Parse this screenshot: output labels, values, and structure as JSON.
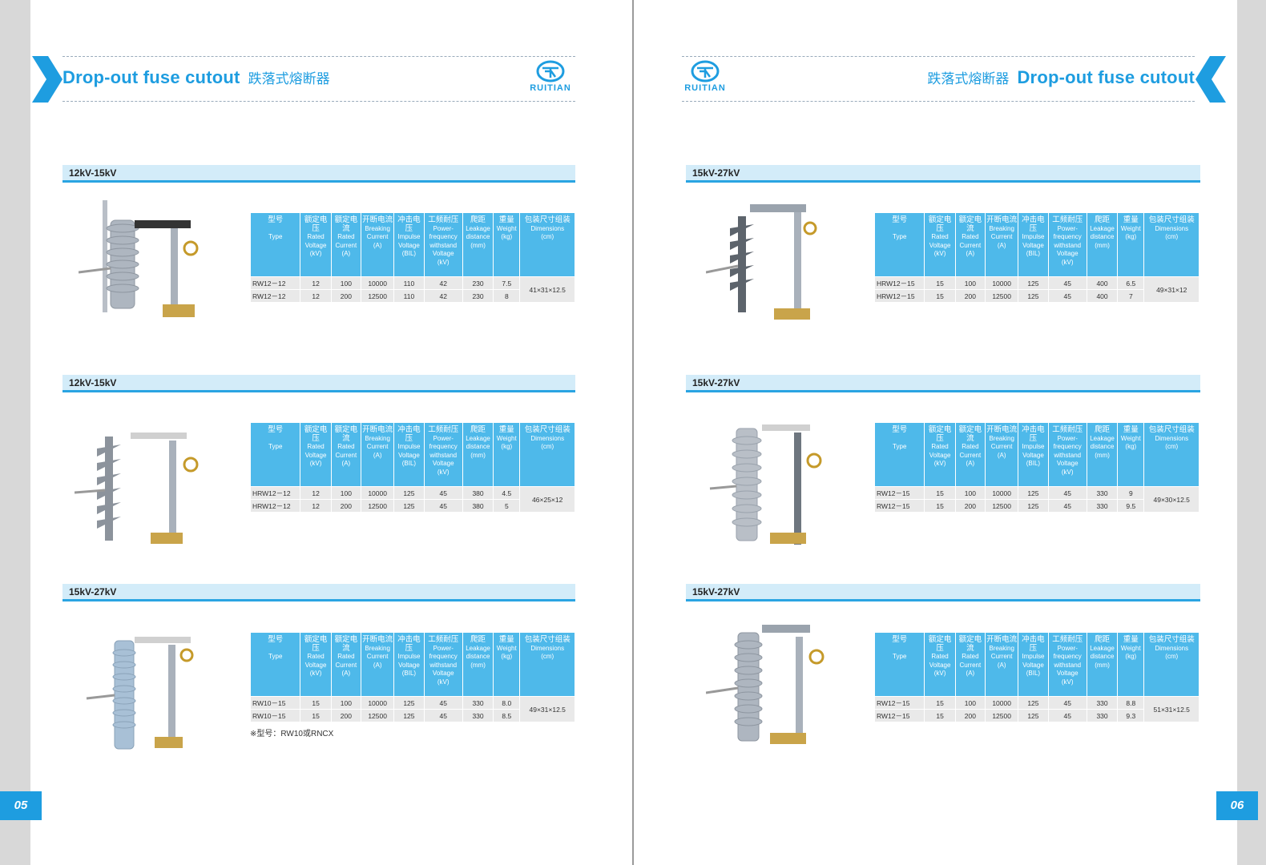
{
  "header": {
    "title_en": "Drop-out fuse cutout",
    "title_cn": "跌落式熔断器",
    "brand": "RUITIAN"
  },
  "table_header": {
    "type_cn": "型号",
    "type_en": "Type",
    "volt_cn": "额定电压",
    "volt_en": "Rated Voltage",
    "volt_u": "(kV)",
    "cur_cn": "额定电流",
    "cur_en": "Rated Current",
    "cur_u": "(A)",
    "brk_cn": "开断电流",
    "brk_en": "Breaking Current",
    "brk_u": "(A)",
    "imp_cn": "冲击电压",
    "imp_en": "Impulse Voltage",
    "imp_u": "(BIL)",
    "pf_cn": "工频耐压",
    "pf_en": "Power-frequency withstand Voltage",
    "pf_u": "(kV)",
    "leak_cn": "爬距",
    "leak_en": "Leakage distance",
    "leak_u": "(mm)",
    "wt_cn": "重量",
    "wt_en": "Weight",
    "wt_u": "(kg)",
    "dim_cn": "包装尺寸组装",
    "dim_en": "Dimensions",
    "dim_u": "(cm)"
  },
  "left": {
    "page_number": "05",
    "sections": [
      {
        "title": "12kV-15kV",
        "rows": [
          [
            "RW12－12",
            "12",
            "100",
            "10000",
            "110",
            "42",
            "230",
            "7.5"
          ],
          [
            "RW12－12",
            "12",
            "200",
            "12500",
            "110",
            "42",
            "230",
            "8"
          ]
        ],
        "dimensions": "41×31×12.5"
      },
      {
        "title": "12kV-15kV",
        "rows": [
          [
            "HRW12－12",
            "12",
            "100",
            "10000",
            "125",
            "45",
            "380",
            "4.5"
          ],
          [
            "HRW12－12",
            "12",
            "200",
            "12500",
            "125",
            "45",
            "380",
            "5"
          ]
        ],
        "dimensions": "46×25×12"
      },
      {
        "title": "15kV-27kV",
        "rows": [
          [
            "RW10－15",
            "15",
            "100",
            "10000",
            "125",
            "45",
            "330",
            "8.0"
          ],
          [
            "RW10－15",
            "15",
            "200",
            "12500",
            "125",
            "45",
            "330",
            "8.5"
          ]
        ],
        "dimensions": "49×31×12.5",
        "note": "※型号：RW10或RNCX"
      }
    ]
  },
  "right": {
    "page_number": "06",
    "sections": [
      {
        "title": "15kV-27kV",
        "rows": [
          [
            "HRW12－15",
            "15",
            "100",
            "10000",
            "125",
            "45",
            "400",
            "6.5"
          ],
          [
            "HRW12－15",
            "15",
            "200",
            "12500",
            "125",
            "45",
            "400",
            "7"
          ]
        ],
        "dimensions": "49×31×12"
      },
      {
        "title": "15kV-27kV",
        "rows": [
          [
            "RW12－15",
            "15",
            "100",
            "10000",
            "125",
            "45",
            "330",
            "9"
          ],
          [
            "RW12－15",
            "15",
            "200",
            "12500",
            "125",
            "45",
            "330",
            "9.5"
          ]
        ],
        "dimensions": "49×30×12.5"
      },
      {
        "title": "15kV-27kV",
        "rows": [
          [
            "RW12－15",
            "15",
            "100",
            "10000",
            "125",
            "45",
            "330",
            "8.8"
          ],
          [
            "RW12－15",
            "15",
            "200",
            "12500",
            "125",
            "45",
            "330",
            "9.3"
          ]
        ],
        "dimensions": "51×31×12.5"
      }
    ]
  },
  "colors": {
    "accent": "#1e9de0",
    "table_header": "#4eb9ea",
    "section_bar": "#d3ecf9",
    "row_bg": "#e9e9e9"
  }
}
